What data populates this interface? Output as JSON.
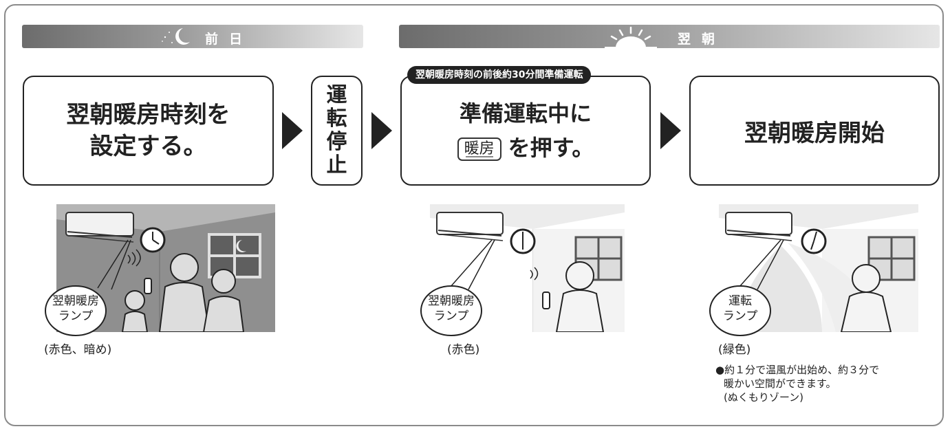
{
  "header": {
    "left_label": "前日",
    "right_label": "翌朝"
  },
  "steps": {
    "step1": [
      "翌朝暖房時刻を",
      "設定する。"
    ],
    "step2": [
      "運",
      "転",
      "停",
      "止"
    ],
    "step3_tag": "翌朝暖房時刻の前後約30分間準備運転",
    "step3_line1": "準備運転中に",
    "step3_button": "暖房",
    "step3_line2": "を押す。",
    "step4": "翌朝暖房開始"
  },
  "scenes": {
    "scene1": {
      "bubble": [
        "翌朝暖房",
        "ランプ"
      ],
      "caption": "(赤色、暗め)"
    },
    "scene2": {
      "bubble": [
        "翌朝暖房",
        "ランプ"
      ],
      "caption": "(赤色)"
    },
    "scene3": {
      "bubble": [
        "運転",
        "ランプ"
      ],
      "caption": "(緑色)"
    }
  },
  "note": {
    "line1": "●約１分で温風が出始め、約３分で",
    "line2": "暖かい空間ができます。",
    "line3": "(ぬくもりゾーン)"
  }
}
